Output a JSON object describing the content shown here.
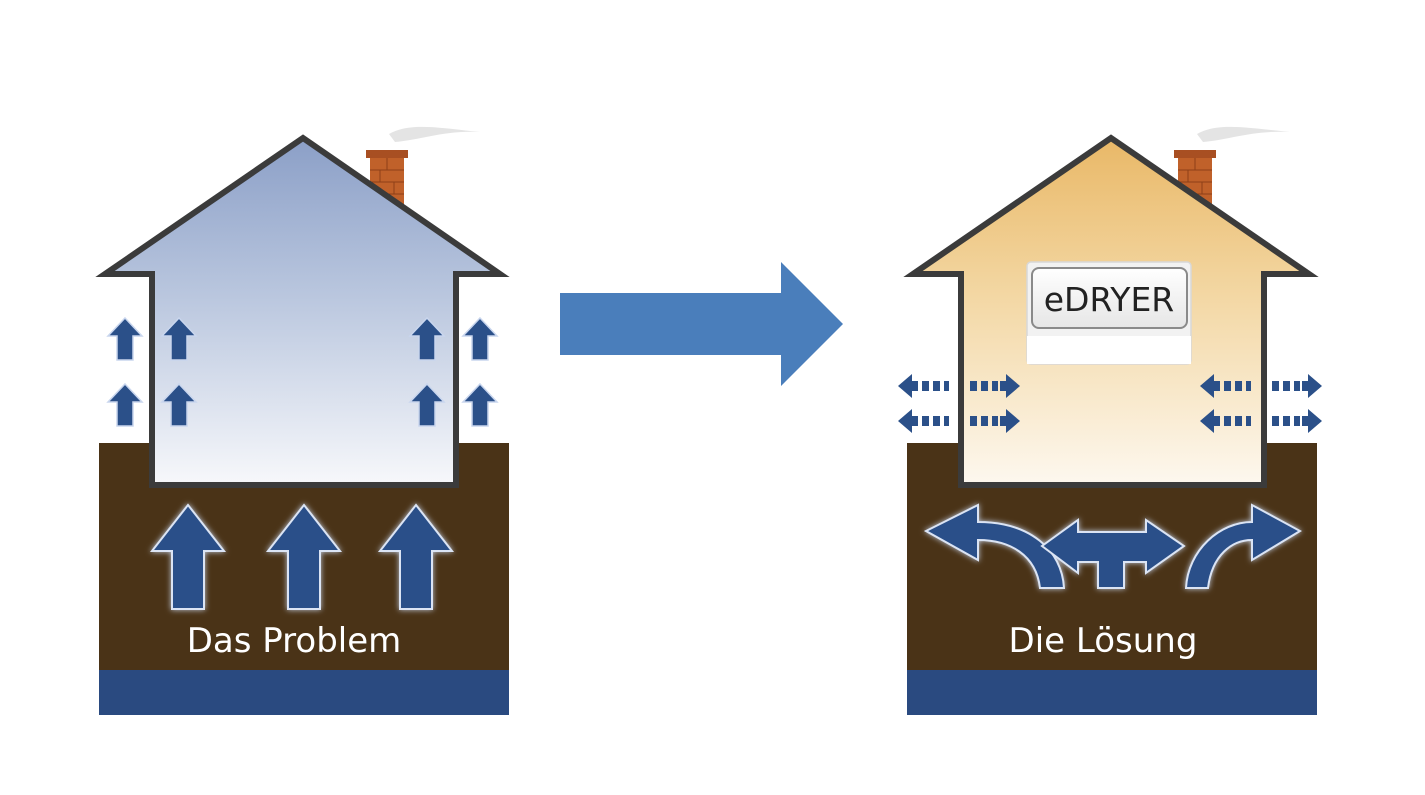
{
  "problem": {
    "caption": "Das Problem"
  },
  "solution": {
    "caption": "Die Lösung",
    "device_label": "eDRYER"
  },
  "colors": {
    "soil": "#4a3317",
    "groundwater": "#2a4a80",
    "arrow_blue": "#2b5089",
    "transition_arrow": "#4a7ebb",
    "chimney": "#c0612a",
    "house_outline": "#3b3b3b",
    "problem_interior_top": "#8b9fc7",
    "problem_interior_bottom": "#f7f8fb",
    "solution_interior_top": "#e9b867",
    "solution_interior_bottom": "#fdf8ef"
  },
  "icons": {
    "transition": "right-arrow-icon",
    "moisture_rising": "up-arrow-icon",
    "moisture_diverted": "curved-arrow-icon",
    "air_exchange": "double-dashed-arrow-icon"
  }
}
